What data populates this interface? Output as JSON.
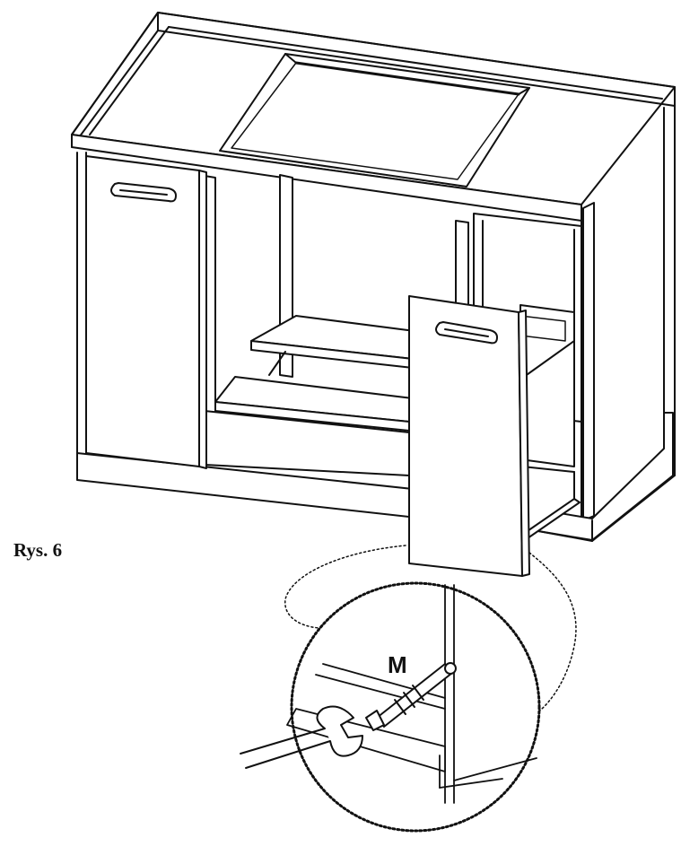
{
  "figure": {
    "label": "Rys. 6",
    "callout_label": "M"
  },
  "colors": {
    "ink": "#111111",
    "paper": "#ffffff",
    "shade": "#f2f2f2"
  },
  "parts": {
    "cabinet": "sink-base-cabinet",
    "left_door": "hinged-door",
    "drawer": "pull-out-drawer-front",
    "detail": "magnified-callout",
    "tool": "wrench-icon"
  }
}
